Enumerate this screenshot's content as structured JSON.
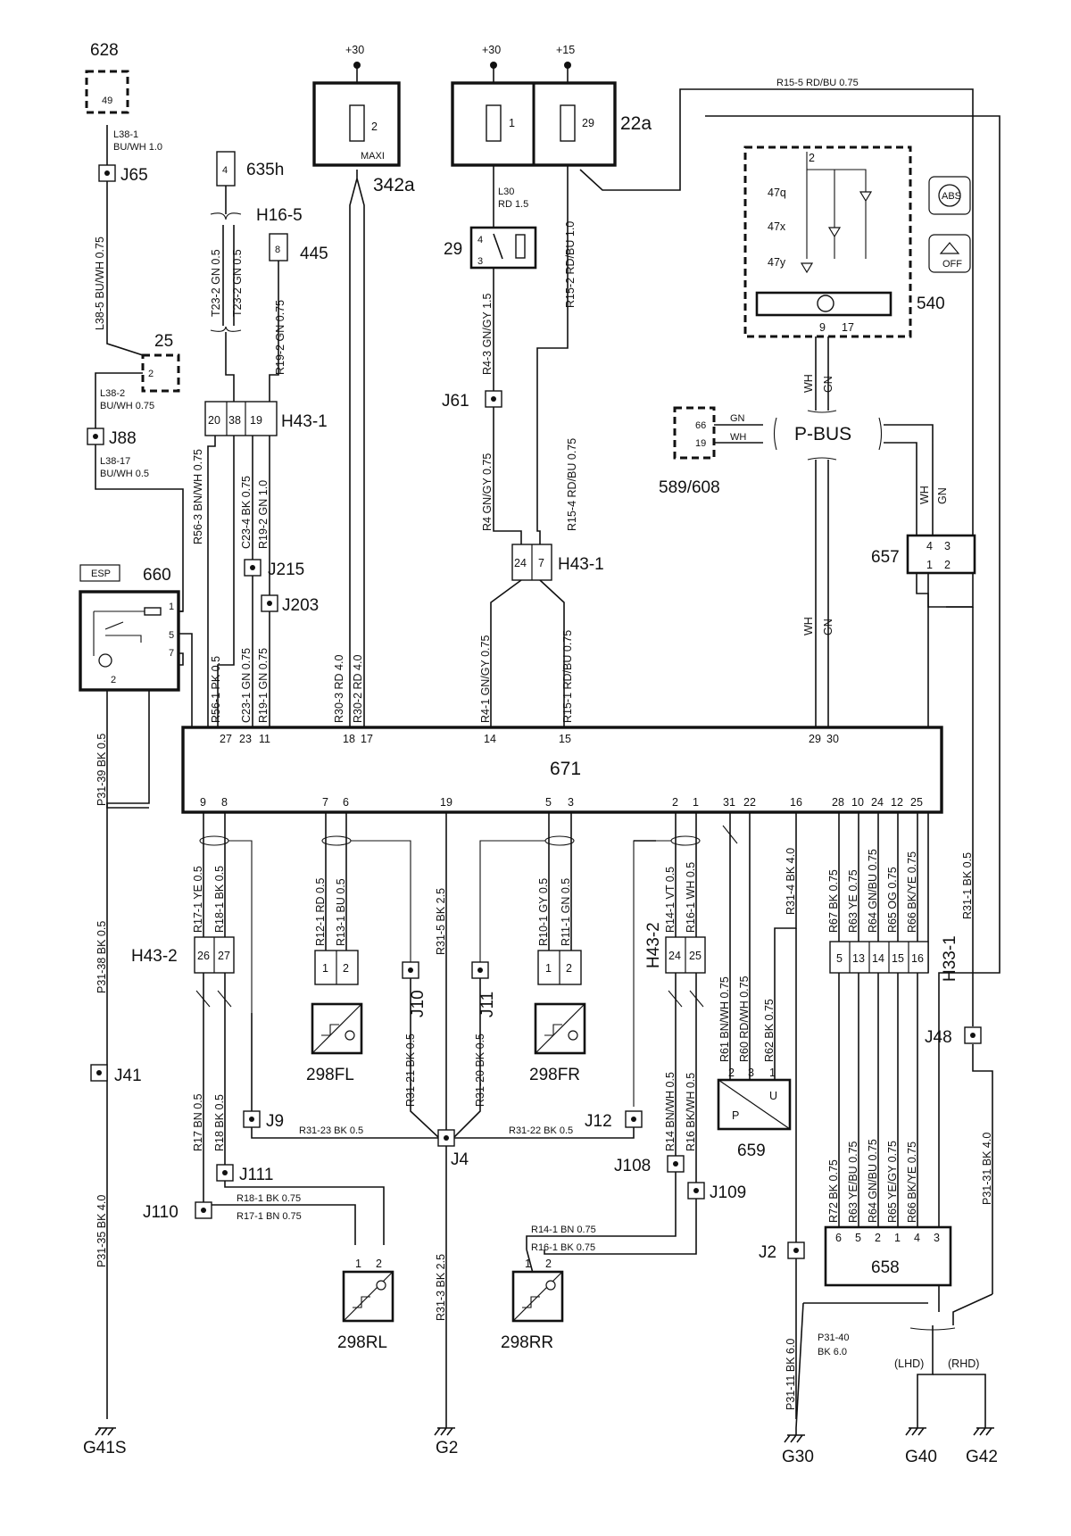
{
  "power": {
    "b30a": "+30",
    "b30b": "+30",
    "b15": "+15"
  },
  "fuses": {
    "f2": "2",
    "maxi": "MAXI",
    "f1": "1",
    "f29": "29",
    "c342a": "342a",
    "c22a": "22a"
  },
  "components": {
    "c628": "628",
    "p49": "49",
    "c635h": "635h",
    "p635h": "4",
    "h165": "H16-5",
    "c445": "445",
    "p445": "8",
    "c25": "25",
    "p25": "2",
    "c29": "29",
    "p29a": "4",
    "p29b": "3",
    "c540": "540",
    "l47q": "47q",
    "l47x": "47x",
    "l47y": "47y",
    "p540_2": "2",
    "p540_9": "9",
    "p540_17": "17",
    "abs": "ABS",
    "off": "OFF",
    "pbus": "P-BUS",
    "c589": "589/608",
    "p66": "66",
    "p19": "19",
    "c657": "657",
    "p657_4": "4",
    "p657_3": "3",
    "p657_1": "1",
    "p657_2": "2",
    "c660": "660",
    "esp": "ESP",
    "p660_1": "1",
    "p660_5": "5",
    "p660_7": "7",
    "p660_2": "2",
    "c671": "671",
    "h431a": "H43-1",
    "h431a_20": "20",
    "h431a_38": "38",
    "h431a_19": "19",
    "h431b": "H43-1",
    "h431b_24": "24",
    "h431b_7": "7",
    "h432a": "H43-2",
    "h432a_26": "26",
    "h432a_27": "27",
    "h432b": "H43-2",
    "h432b_24": "24",
    "h432b_25": "25",
    "h331": "H33-1",
    "h331_5": "5",
    "h331_13": "13",
    "h331_14": "14",
    "h331_15": "15",
    "h331_16": "16",
    "c298fl": "298FL",
    "c298fr": "298FR",
    "c298rl": "298RL",
    "c298rr": "298RR",
    "s1": "1",
    "s2": "2",
    "c659": "659",
    "p659_2": "2",
    "p659_3": "3",
    "p659_1": "1",
    "p659_P": "P",
    "p659_U": "U",
    "c658": "658",
    "p658_6": "6",
    "p658_5": "5",
    "p658_2": "2",
    "p658_1": "1",
    "p658_4": "4",
    "p658_3": "3"
  },
  "pins671_top": [
    "27",
    "23",
    "11",
    "18",
    "17",
    "14",
    "15",
    "29",
    "30"
  ],
  "pins671_bottom": [
    "9",
    "8",
    "7",
    "6",
    "19",
    "5",
    "3",
    "2",
    "1",
    "31",
    "22",
    "16",
    "28",
    "10",
    "24",
    "12",
    "25"
  ],
  "joints": {
    "j65": "J65",
    "j88": "J88",
    "j215": "J215",
    "j203": "J203",
    "j61": "J61",
    "j10": "J10",
    "j11": "J11",
    "j41": "J41",
    "j9": "J9",
    "j111": "J111",
    "j110": "J110",
    "j4": "J4",
    "j12": "J12",
    "j108": "J108",
    "j109": "J109",
    "j48": "J48",
    "j2": "J2"
  },
  "grounds": {
    "g41s": "G41S",
    "g2": "G2",
    "g30": "G30",
    "g40": "G40",
    "g42": "G42",
    "lhd": "(LHD)",
    "rhd": "(RHD)"
  },
  "wires": {
    "l381a": "L38-1",
    "l381b": "BU/WH 1.0",
    "l385": "L38-5  BU/WH  0.75",
    "l382a": "L38-2",
    "l382b": "BU/WH  0.75",
    "l3817a": "L38-17",
    "l3817b": "BU/WH  0.5",
    "r563": "R56-3  BN/WH  0.75",
    "t232a": "T23-2  GN  0.5",
    "t232b": "T23-2  GN  0.5",
    "r192a": "R19-2  GN  0.75",
    "c234": "C23-4  BK  0.75",
    "r192b": "R19-2  GN  1.0",
    "r561": "R56-1  PK  0.5",
    "c231": "C23-1  GN  0.75",
    "r191": "R19-1  GN  0.75",
    "r303": "R30-3  RD  4.0",
    "r302": "R30-2  RD  4.0",
    "l30a": "L30",
    "l30b": "RD  1.5",
    "r43": "R4-3  GN/GY  1.5",
    "r4": "R4  GN/GY  0.75",
    "r41": "R4-1  GN/GY  0.75",
    "r152": "R15-2  RD/BU  1.0",
    "r154": "R15-4  RD/BU  0.75",
    "r151": "R15-1  RD/BU  0.75",
    "r155": "R15-5  RD/BU  0.75",
    "wh": "WH",
    "gn": "GN",
    "p3139": "P31-39  BK  0.5",
    "p3138": "P31-38  BK  0.5",
    "p3135": "P31-35  BK  4.0",
    "r171": "R17-1  YE  0.5",
    "r181": "R18-1  BK  0.5",
    "r17": "R17  BN  0.5",
    "r18": "R18  BK  0.5",
    "r121": "R12-1  RD  0.5",
    "r131": "R13-1  BU  0.5",
    "r315": "R31-5  BK  2.5",
    "r3121": "R31-21  BK  0.5",
    "r3120": "R31-20  BK  0.5",
    "r3123": "R31-23   BK   0.5",
    "r3122": "R31-22   BK   0.5",
    "r313": "R31-3  BK  2.5",
    "r101": "R10-1  GY  0.5",
    "r111": "R11-1  GN  0.5",
    "r141": "R14-1  VT  0.5",
    "r161": "R16-1  WH  0.5",
    "r14": "R14  BN/WH  0.5",
    "r16": "R16  BK/WH  0.5",
    "r1811": "R18-1   BK  0.75",
    "r1711": "R17-1   BN  0.75",
    "r1412": "R14-1   BN   0.75",
    "r1612": "R16-1   BK   0.75",
    "r61": "R61  BN/WH  0.75",
    "r60": "R60  RD/WH  0.75",
    "r62": "R62  BK  0.75",
    "r314": "R31-4  BK  4.0",
    "r67": "R67  BK  0.75",
    "r63a": "R63  YE  0.75",
    "r64a": "R64  GN/BU  0.75",
    "r65a": "R65  OG  0.75",
    "r66a": "R66  BK/YE  0.75",
    "r72": "R72  BK  0.75",
    "r63b": "R63  YE/BU  0.75",
    "r64b": "R64  GN/BU  0.75",
    "r65b": "R65  YE/GY  0.75",
    "r66b": "R66  BK/YE  0.75",
    "r311": "R31-1  BK  0.5",
    "p3131": "P31-31  BK  4.0",
    "p3111": "P31-11  BK  6.0",
    "p3140a": "P31-40",
    "p3140b": "BK 6.0"
  }
}
